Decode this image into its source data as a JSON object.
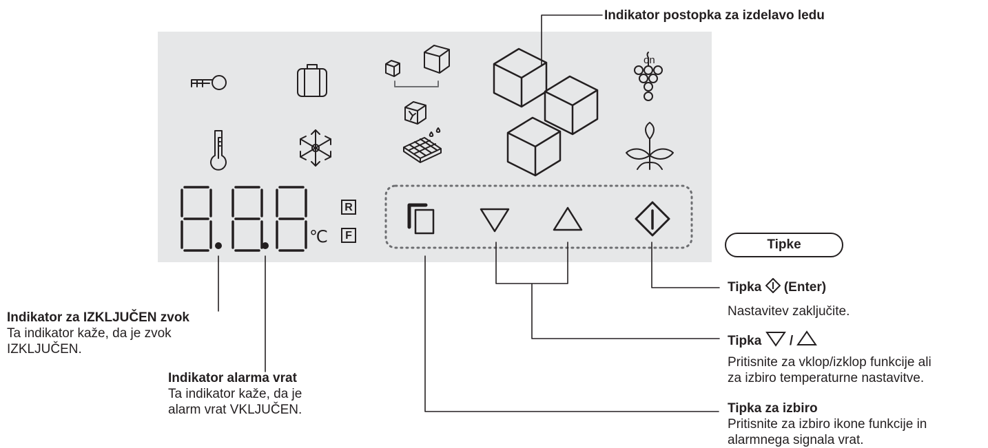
{
  "panel": {
    "display_digits": "888",
    "unit": "℃",
    "mode_r": "R",
    "mode_f": "F",
    "colors": {
      "panel": "#e6e7e8",
      "ink": "#231f20"
    }
  },
  "icons_top_row": [
    "key-icon",
    "suitcase-icon",
    "ice-cube-size-icon",
    "ice-cubes-icon",
    "grape-on-icon"
  ],
  "icons_mid_row": [
    "thermometer-icon",
    "snowflake-icon",
    "crushed-ice-icon",
    "ice-tray-icon",
    "leaf-icon"
  ],
  "buttons": [
    "select-button-icon",
    "down-triangle-icon",
    "up-triangle-icon",
    "enter-icon"
  ],
  "labels": {
    "ice_indicator": "Indikator postopka za izdelavo ledu",
    "keys_pill": "Tipke",
    "enter_title_a": "Tipka",
    "enter_title_b": "(Enter)",
    "enter_desc": "Nastavitev zaključite.",
    "arrows_title_a": "Tipka",
    "arrows_title_sep": "/",
    "arrows_desc_1": "Pritisnite za vklop/izklop funkcije ali",
    "arrows_desc_2": "za izbiro temperaturne nastavitve.",
    "select_title": "Tipka za izbiro",
    "select_desc_1": "Pritisnite za izbiro ikone funkcije in",
    "select_desc_2": "alarmnega signala vrat.",
    "sound_title": "Indikator za IZKLJUČEN zvok",
    "sound_desc_1": "Ta indikator kaže, da je zvok",
    "sound_desc_2": "IZKLJUČEN.",
    "door_title": "Indikator alarma vrat",
    "door_desc_1": "Ta indikator kaže, da je",
    "door_desc_2": "alarm vrat VKLJUČEN."
  }
}
